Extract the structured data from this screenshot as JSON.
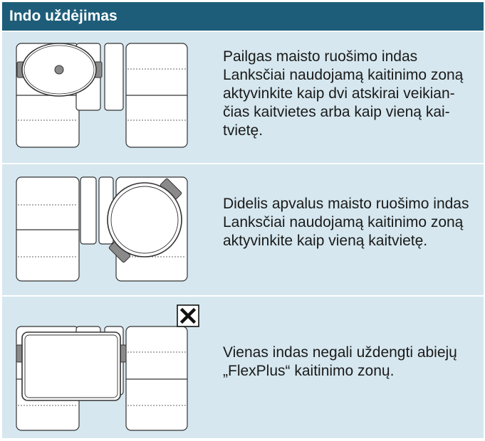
{
  "header": {
    "title": "Indo uždėjimas"
  },
  "rows": [
    {
      "lines": [
        "Pailgas maisto ruošimo indas",
        "Lanksčiai naudojamą kaitinimo zoną",
        "aktyvinkite kaip dvi atskirai veikian-",
        "čias kaitvietes arba kaip vieną kai-",
        "tvietę."
      ]
    },
    {
      "lines": [
        "Didelis apvalus maisto ruošimo indas",
        "Lanksčiai naudojamą kaitinimo zoną",
        "aktyvinkite kaip vieną kaitvietę."
      ]
    },
    {
      "lines": [
        "Vienas indas negali uždengti abiejų",
        "„FlexPlus“ kaitinimo zonų."
      ]
    }
  ],
  "colors": {
    "header_bg": "#1d5d79",
    "row_bg": "#d6e7ef",
    "zone_fill": "#ffffff",
    "stroke": "#333333"
  }
}
